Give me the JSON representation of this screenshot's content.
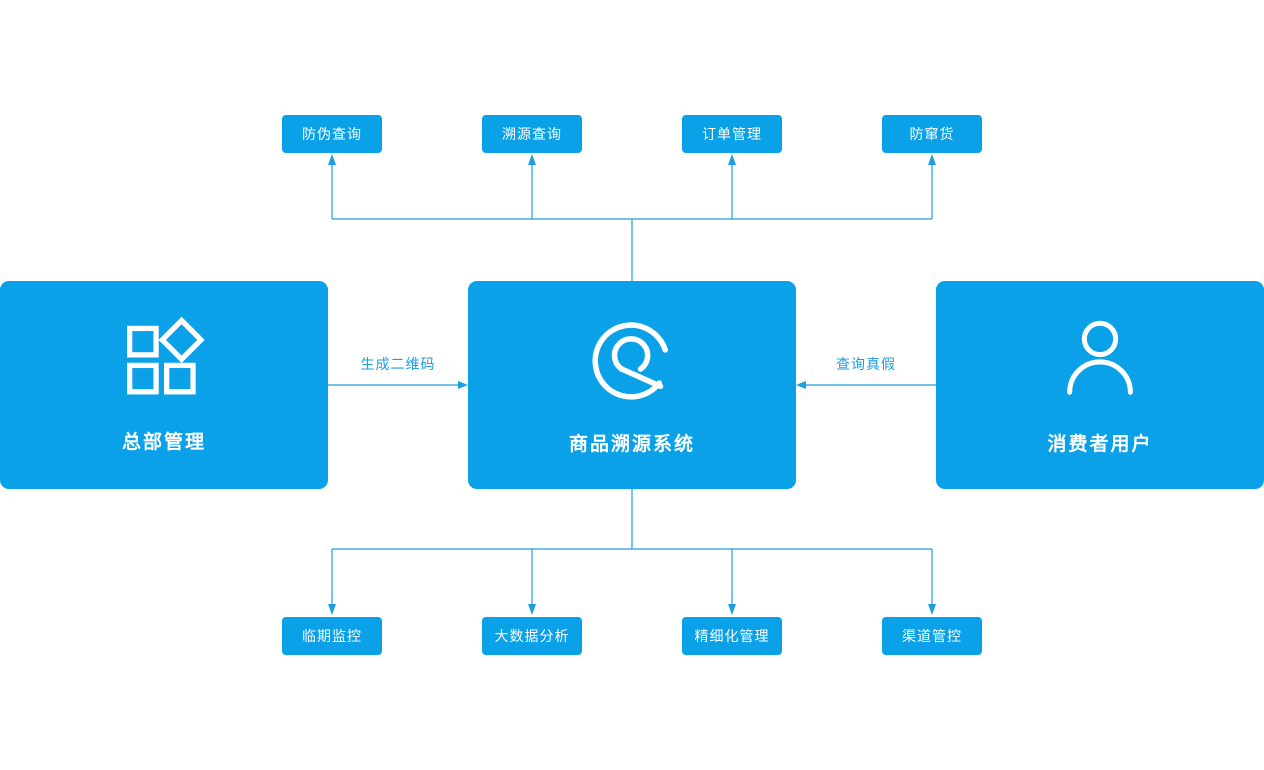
{
  "colors": {
    "canvas_bg": "#ffffff",
    "box_fill": "#0aa1e9",
    "line_color": "#1e9fe0",
    "box_text": "#ffffff",
    "edge_label": "#1b9de4"
  },
  "nodes": {
    "top": [
      {
        "label": "防伪查询"
      },
      {
        "label": "溯源查询"
      },
      {
        "label": "订单管理"
      },
      {
        "label": "防窜货"
      }
    ],
    "bottom": [
      {
        "label": "临期监控"
      },
      {
        "label": "大数据分析"
      },
      {
        "label": "精细化管理"
      },
      {
        "label": "渠道管控"
      }
    ],
    "left": {
      "label": "总部管理",
      "icon": "apps-grid-icon"
    },
    "center": {
      "label": "商品溯源系统",
      "icon": "trace-search-icon"
    },
    "right": {
      "label": "消费者用户",
      "icon": "user-icon"
    }
  },
  "edges": {
    "left_to_center": {
      "label": "生成二维码"
    },
    "right_to_center": {
      "label": "查询真假"
    }
  }
}
